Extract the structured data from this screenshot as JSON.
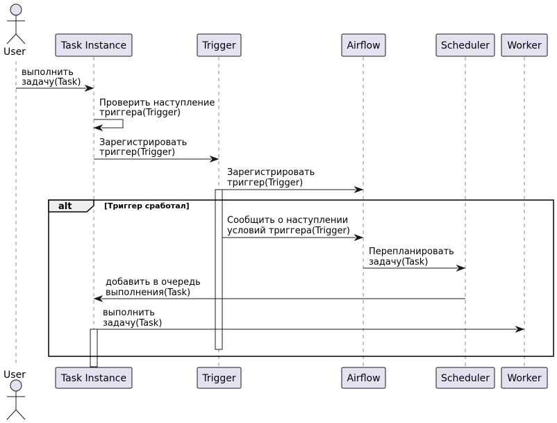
{
  "diagram": {
    "participants": [
      {
        "id": "user",
        "label": "User",
        "kind": "actor"
      },
      {
        "id": "task",
        "label": "Task Instance",
        "kind": "participant"
      },
      {
        "id": "trigger",
        "label": "Trigger",
        "kind": "participant"
      },
      {
        "id": "airflow",
        "label": "Airflow",
        "kind": "participant"
      },
      {
        "id": "scheduler",
        "label": "Scheduler",
        "kind": "participant"
      },
      {
        "id": "worker",
        "label": "Worker",
        "kind": "participant"
      }
    ],
    "messages": [
      {
        "from": "user",
        "to": "task",
        "lines": [
          "выполнить",
          "задачу(Task)"
        ]
      },
      {
        "from": "task",
        "to": "task",
        "lines": [
          "Проверить наступление",
          "триггера(Trigger)"
        ]
      },
      {
        "from": "task",
        "to": "trigger",
        "lines": [
          "Зарегистрировать",
          "триггер(Trigger)"
        ]
      },
      {
        "from": "trigger",
        "to": "airflow",
        "lines": [
          "Зарегистрировать",
          "триггер(Trigger)"
        ]
      },
      {
        "from": "trigger",
        "to": "airflow",
        "lines": [
          "Сообщить о наступлении",
          "условий триггера(Trigger)"
        ]
      },
      {
        "from": "airflow",
        "to": "scheduler",
        "lines": [
          "Перепланировать",
          "задачу(Task)"
        ]
      },
      {
        "from": "scheduler",
        "to": "task",
        "lines": [
          "добавить в очередь",
          "выполнения(Task)"
        ]
      },
      {
        "from": "task",
        "to": "worker",
        "lines": [
          "выполнить",
          "задачу(Task)"
        ]
      }
    ],
    "fragment": {
      "keyword": "alt",
      "guard": "[Триггер сработал]"
    }
  }
}
